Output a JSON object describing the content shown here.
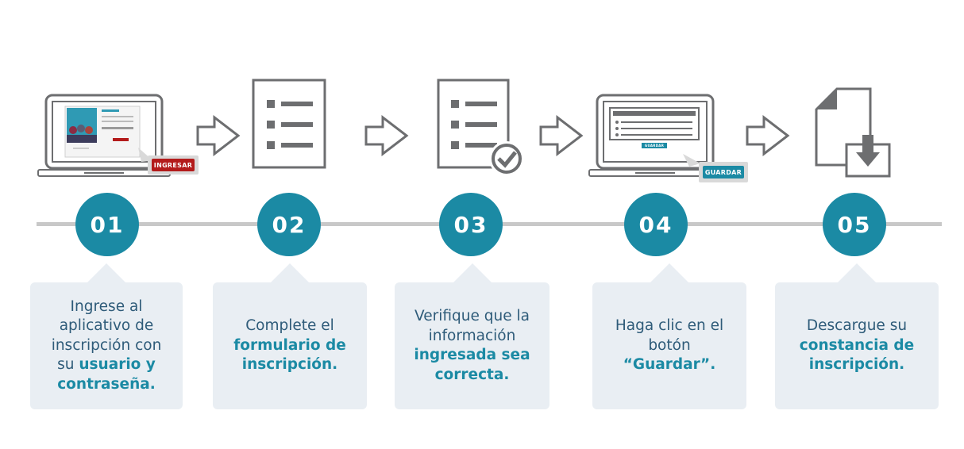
{
  "colors": {
    "accent": "#1b8aa4",
    "icon_gray": "#6d6e70",
    "box_bg": "#e9eef3",
    "line": "#c8c8c8",
    "red_button": "#b31b1b"
  },
  "steps": [
    {
      "number": "01",
      "icon": "laptop-login-icon",
      "button_label": "INGRESAR",
      "text_plain": [
        "Ingrese al",
        "aplicativo de",
        "inscripción con",
        "su "
      ],
      "text_bold": [
        "usuario y",
        "contraseña."
      ]
    },
    {
      "number": "02",
      "icon": "form-list-icon",
      "text_plain": [
        "Complete el"
      ],
      "text_bold": [
        "formulario de",
        "inscripción."
      ]
    },
    {
      "number": "03",
      "icon": "form-check-icon",
      "text_plain": [
        "Verifique que la",
        "información"
      ],
      "text_bold": [
        "ingresada sea",
        "correcta."
      ]
    },
    {
      "number": "04",
      "icon": "laptop-save-icon",
      "button_label": "GUARDAR",
      "inner_button_label": "GUARDAR",
      "text_plain": [
        "Haga clic en el",
        "botón"
      ],
      "text_bold": [
        "“Guardar”."
      ]
    },
    {
      "number": "05",
      "icon": "document-download-icon",
      "text_plain": [
        "Descargue su"
      ],
      "text_bold": [
        "constancia de",
        "inscripción."
      ]
    }
  ]
}
